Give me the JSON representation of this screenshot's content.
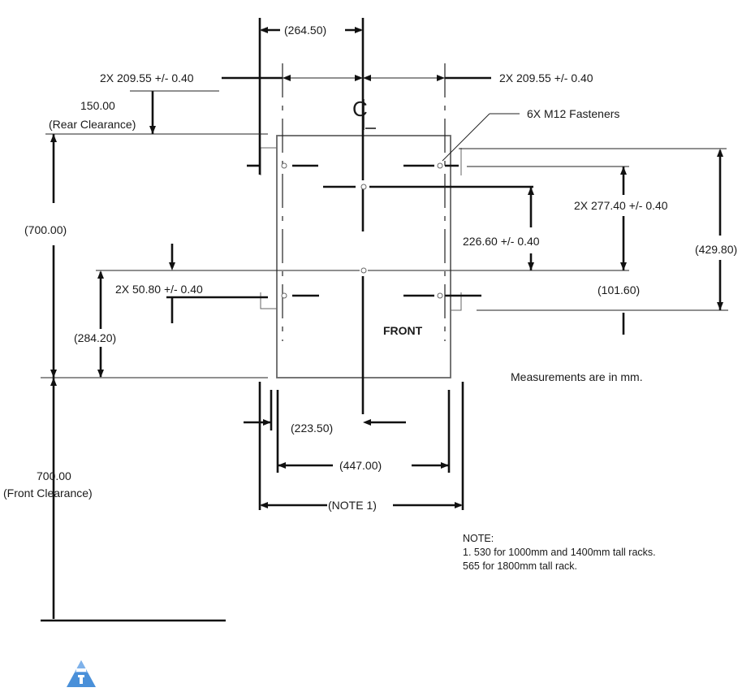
{
  "dimensions": {
    "top_center": "(264.50)",
    "x209_left": "2X 209.55 +/- 0.40",
    "x209_right": "2X 209.55 +/- 0.40",
    "rear_clear_value": "150.00",
    "rear_clear_label": "(Rear Clearance)",
    "fasteners": "6X M12 Fasteners",
    "x277": "2X 277.40 +/- 0.40",
    "d226": "226.60 +/- 0.40",
    "d429": "(429.80)",
    "d700": "(700.00)",
    "x50": "2X 50.80 +/- 0.40",
    "d101": "(101.60)",
    "d284": "(284.20)",
    "front": "FRONT",
    "d223": "(223.50)",
    "d447": "(447.00)",
    "front_clear_value": "700.00",
    "front_clear_label": "(Front Clearance)",
    "note1": "(NOTE 1)",
    "centerline": "C"
  },
  "units_text": "Measurements are in mm.",
  "notes": {
    "title": "NOTE:",
    "line1": "1. 530 for 1000mm and 1400mm tall racks.",
    "line2": "565 for 1800mm tall rack."
  },
  "tip_icon": "tip-icon"
}
